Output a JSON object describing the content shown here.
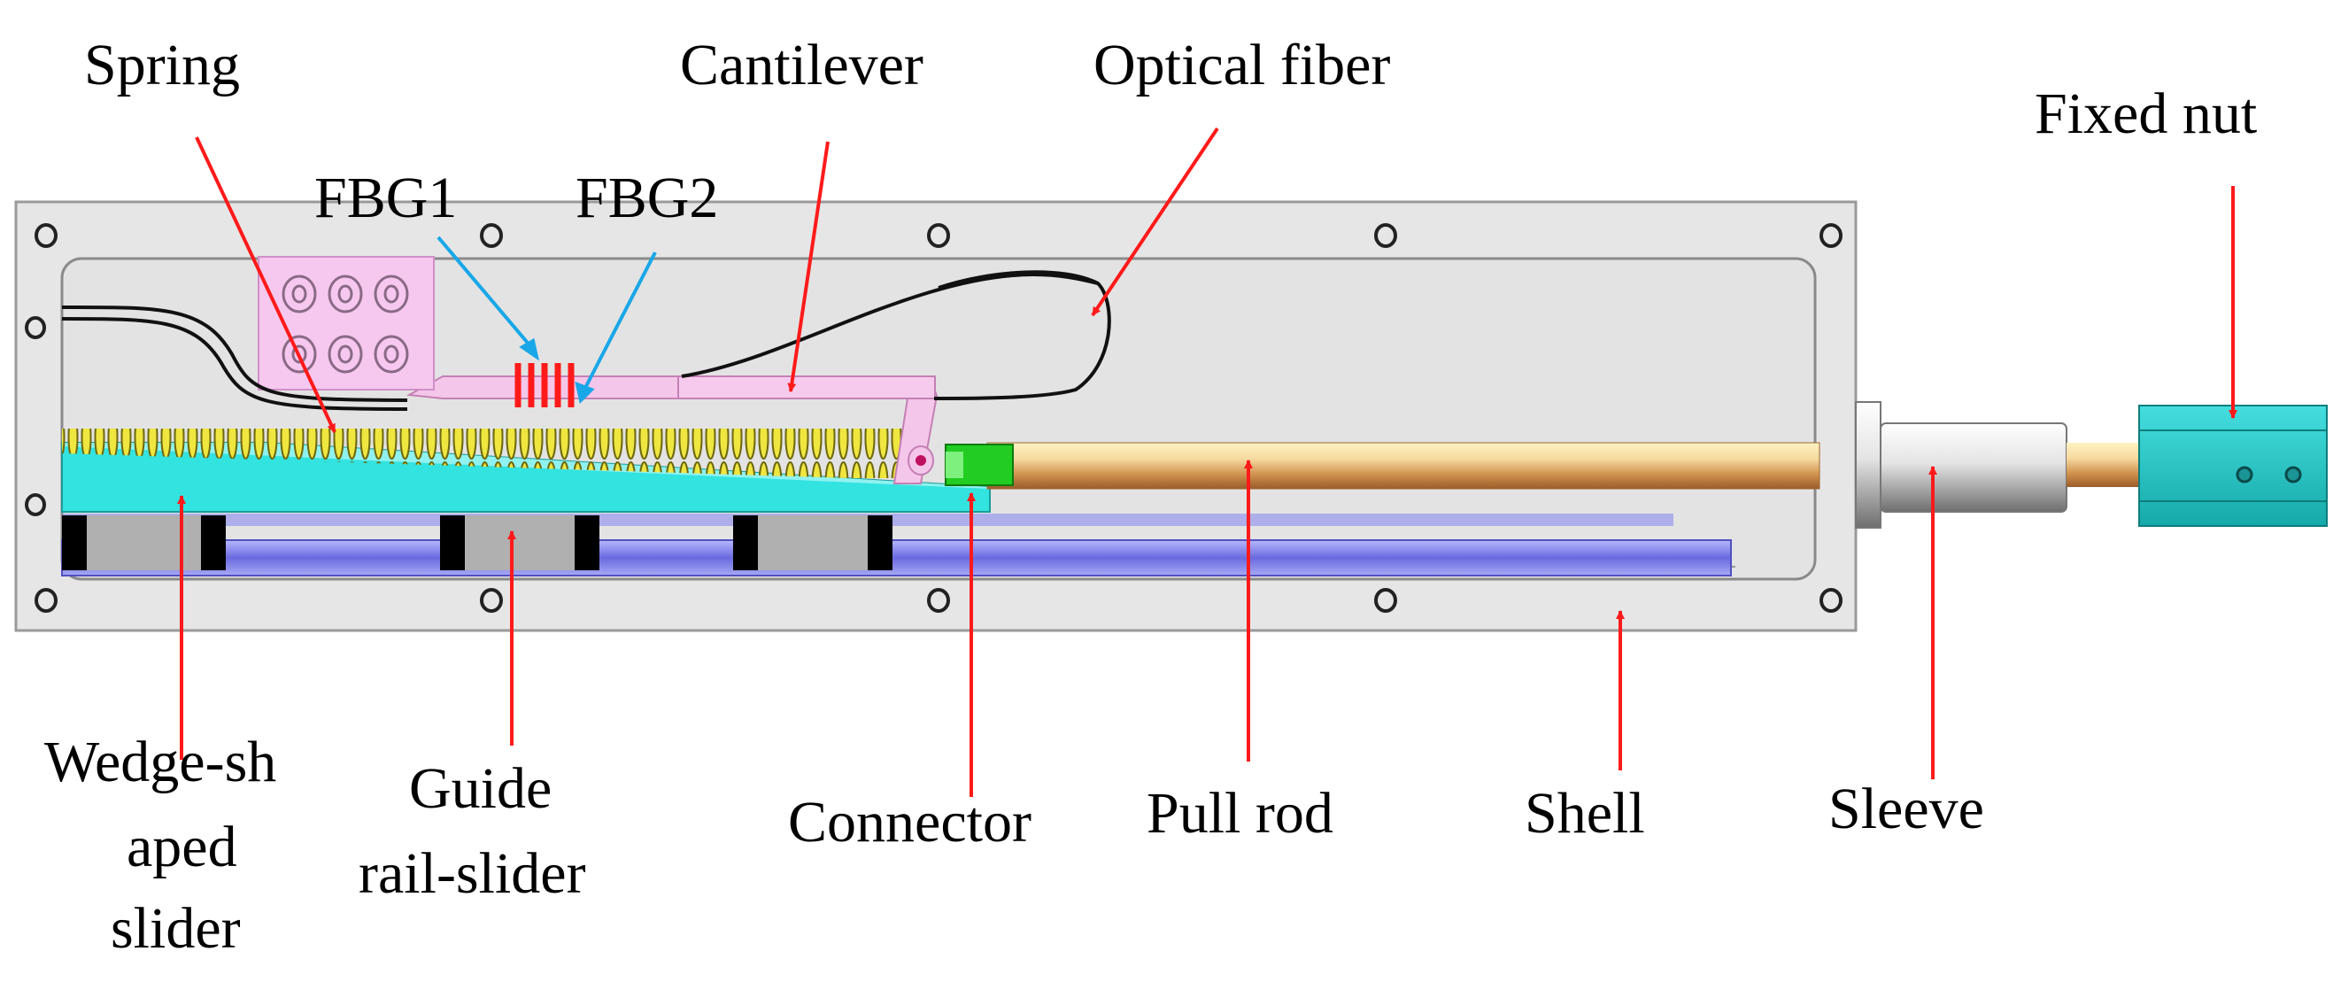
{
  "labels": {
    "spring": "Spring",
    "cantilever": "Cantilever",
    "optical_fiber": "Optical fiber",
    "fixed_nut": "Fixed nut",
    "fbg1": "FBG1",
    "fbg2": "FBG2",
    "wedge_slider_line1": "Wedge-sh",
    "wedge_slider_line2": "aped",
    "wedge_slider_line3": "slider",
    "guide_rail_line1": "Guide",
    "guide_rail_line2": "rail-slider",
    "connector": "Connector",
    "pull_rod": "Pull rod",
    "shell": "Shell",
    "sleeve": "Sleeve"
  },
  "colors": {
    "shell_fill": "#e6e6e6",
    "shell_stroke": "#9a9a9a",
    "arrow_red": "#ff1a1a",
    "arrow_blue": "#19a7e8",
    "wedge": "#33e3e0",
    "rail": "#8f8ff0",
    "spring": "#e8e020",
    "cantilever": "#f4c6ea",
    "connector": "#22cc22",
    "fixed_nut": "#25c8c8"
  }
}
